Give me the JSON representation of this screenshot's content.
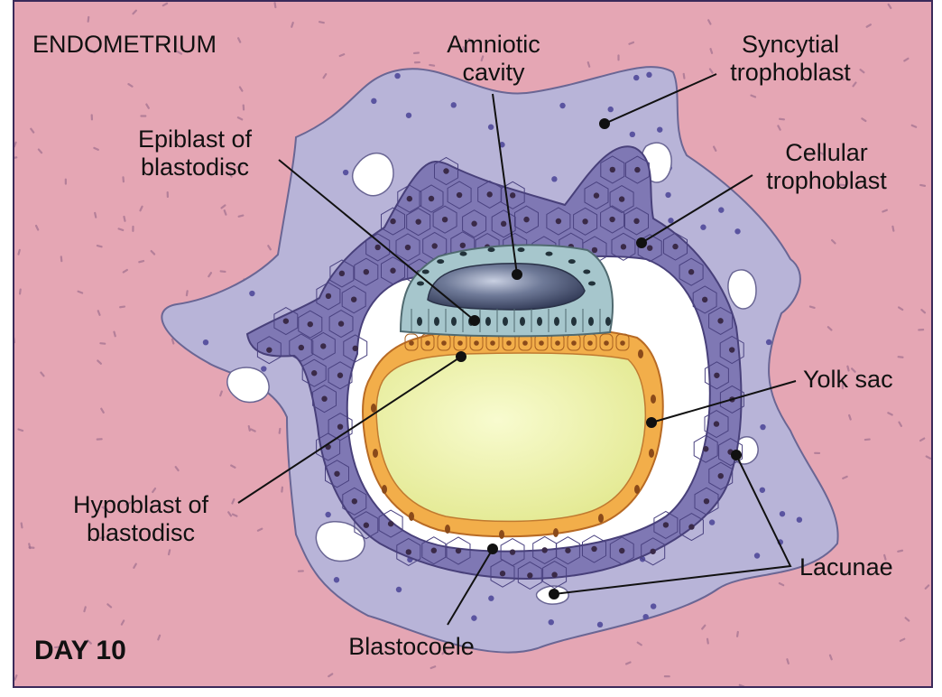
{
  "labels": {
    "endometrium": "ENDOMETRIUM",
    "amniotic_cavity": "Amniotic\ncavity",
    "syncytial_trophoblast": "Syncytial\ntrophoblast",
    "epiblast": "Epiblast of\nblastodisc",
    "cellular_trophoblast": "Cellular\ntrophoblast",
    "yolk_sac": "Yolk sac",
    "hypoblast": "Hypoblast of\nblastodisc",
    "lacunae": "Lacunae",
    "blastocoele": "Blastocoele",
    "day": "DAY 10"
  },
  "colors": {
    "endometrium": "#e5a6b4",
    "syncytial_trophoblast": "#b8b4d8",
    "cellular_trophoblast": "#7f78b4",
    "nucleus": "#3a2a48",
    "epiblast": "#a6c6cc",
    "amniotic_cavity": "#4e5a78",
    "hypoblast": "#f2ae4a",
    "yolk_sac": "#eef2a2",
    "lacuna": "#ffffff",
    "leader_line": "#111111"
  }
}
